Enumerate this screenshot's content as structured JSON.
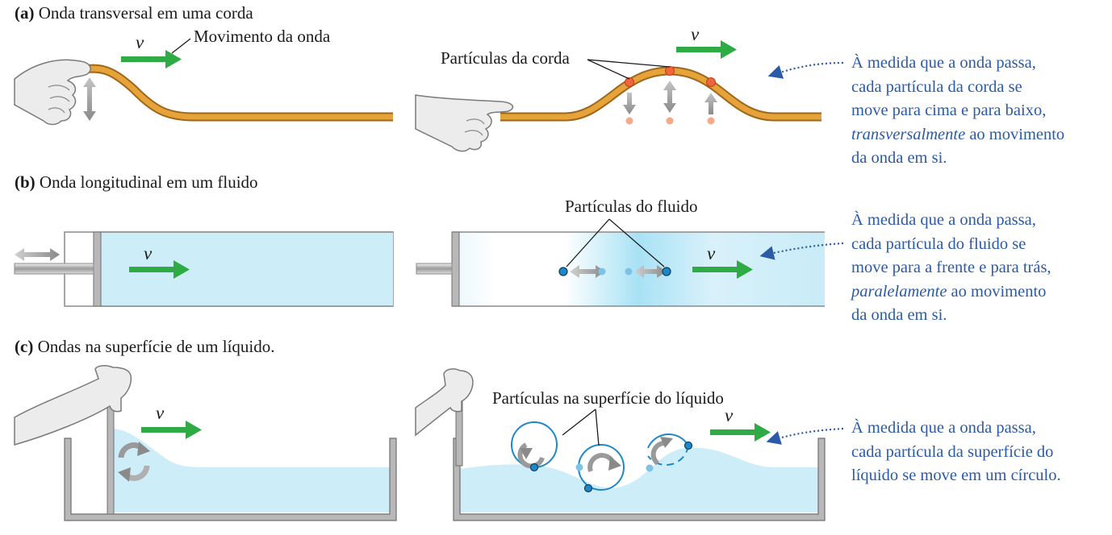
{
  "sections": {
    "a": {
      "letter": "(a)",
      "title": "Onda transversal em uma corda"
    },
    "b": {
      "letter": "(b)",
      "title": "Onda longitudinal em um fluido"
    },
    "c": {
      "letter": "(c)",
      "title": "Ondas na superfície de um líquido."
    }
  },
  "labels": {
    "velocity": "v",
    "wave_motion": "Movimento da onda",
    "string_particles": "Partículas da corda",
    "fluid_particles": "Partículas do fluido",
    "liquid_particles": "Partículas na superfície do líquido"
  },
  "notes": {
    "a": {
      "l1": "À medida que a onda passa,",
      "l2": "cada partícula da corda se",
      "l3": "move para cima e para baixo,",
      "l4_em": "transversalmente",
      "l4_rest": " ao movimento",
      "l5": "da onda em si."
    },
    "b": {
      "l1": "À medida que a onda passa,",
      "l2": "cada partícula do fluido se",
      "l3": "move para a frente e para trás,",
      "l4_em": "paralelamente",
      "l4_rest": " ao movimento",
      "l5": "da onda em si."
    },
    "c": {
      "l1": "À medida que a onda passa,",
      "l2": "cada partícula da superfície do",
      "l3": "líquido se move em um círculo."
    }
  },
  "colors": {
    "rope": "#e5a33a",
    "rope_outline": "#a0661a",
    "velocity_arrow": "#2eab44",
    "fluid": "#cdeef8",
    "fluid_dense": "#a9e2f5",
    "note_text": "#2b5aa6",
    "particle_orange": "#f0663c",
    "particle_blue": "#1e88c7"
  }
}
